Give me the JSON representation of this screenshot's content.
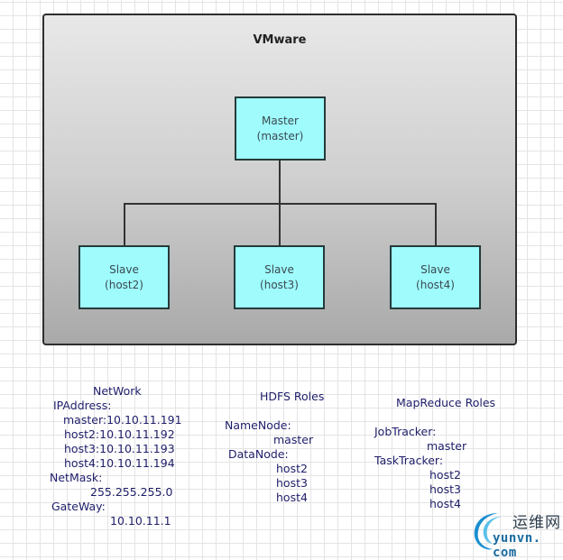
{
  "diagram": {
    "container_title": "VMware",
    "master": {
      "line1": "Master",
      "line2": "(master)"
    },
    "slaves": [
      {
        "line1": "Slave",
        "line2": "(host2)"
      },
      {
        "line1": "Slave",
        "line2": "(host3)"
      },
      {
        "line1": "Slave",
        "line2": "(host4)"
      }
    ],
    "colors": {
      "node_fill": "#9ffbfc",
      "node_border": "#263a3a",
      "text": "#1e1e6a"
    }
  },
  "network": {
    "title": "NetWork",
    "ip_label": "IPAddress:",
    "ips": [
      "master:10.10.11.191",
      "host2:10.10.11.192",
      "host3:10.10.11.193",
      "host4:10.10.11.194"
    ],
    "netmask_label": "NetMask:",
    "netmask": "255.255.255.0",
    "gateway_label": "GateWay:",
    "gateway": "10.10.11.1"
  },
  "hdfs": {
    "title": "HDFS Roles",
    "namenode_label": "NameNode:",
    "namenode": "master",
    "datanode_label": "DataNode:",
    "datanodes": [
      "host2",
      "host3",
      "host4"
    ]
  },
  "mapreduce": {
    "title": "MapReduce Roles",
    "jobtracker_label": "JobTracker:",
    "jobtracker": "master",
    "tasktracker_label": "TaskTracker:",
    "tasktrackers": [
      "host2",
      "host3",
      "host4"
    ]
  },
  "watermark": {
    "cn": "运维网",
    "en": "yunvn. com"
  }
}
